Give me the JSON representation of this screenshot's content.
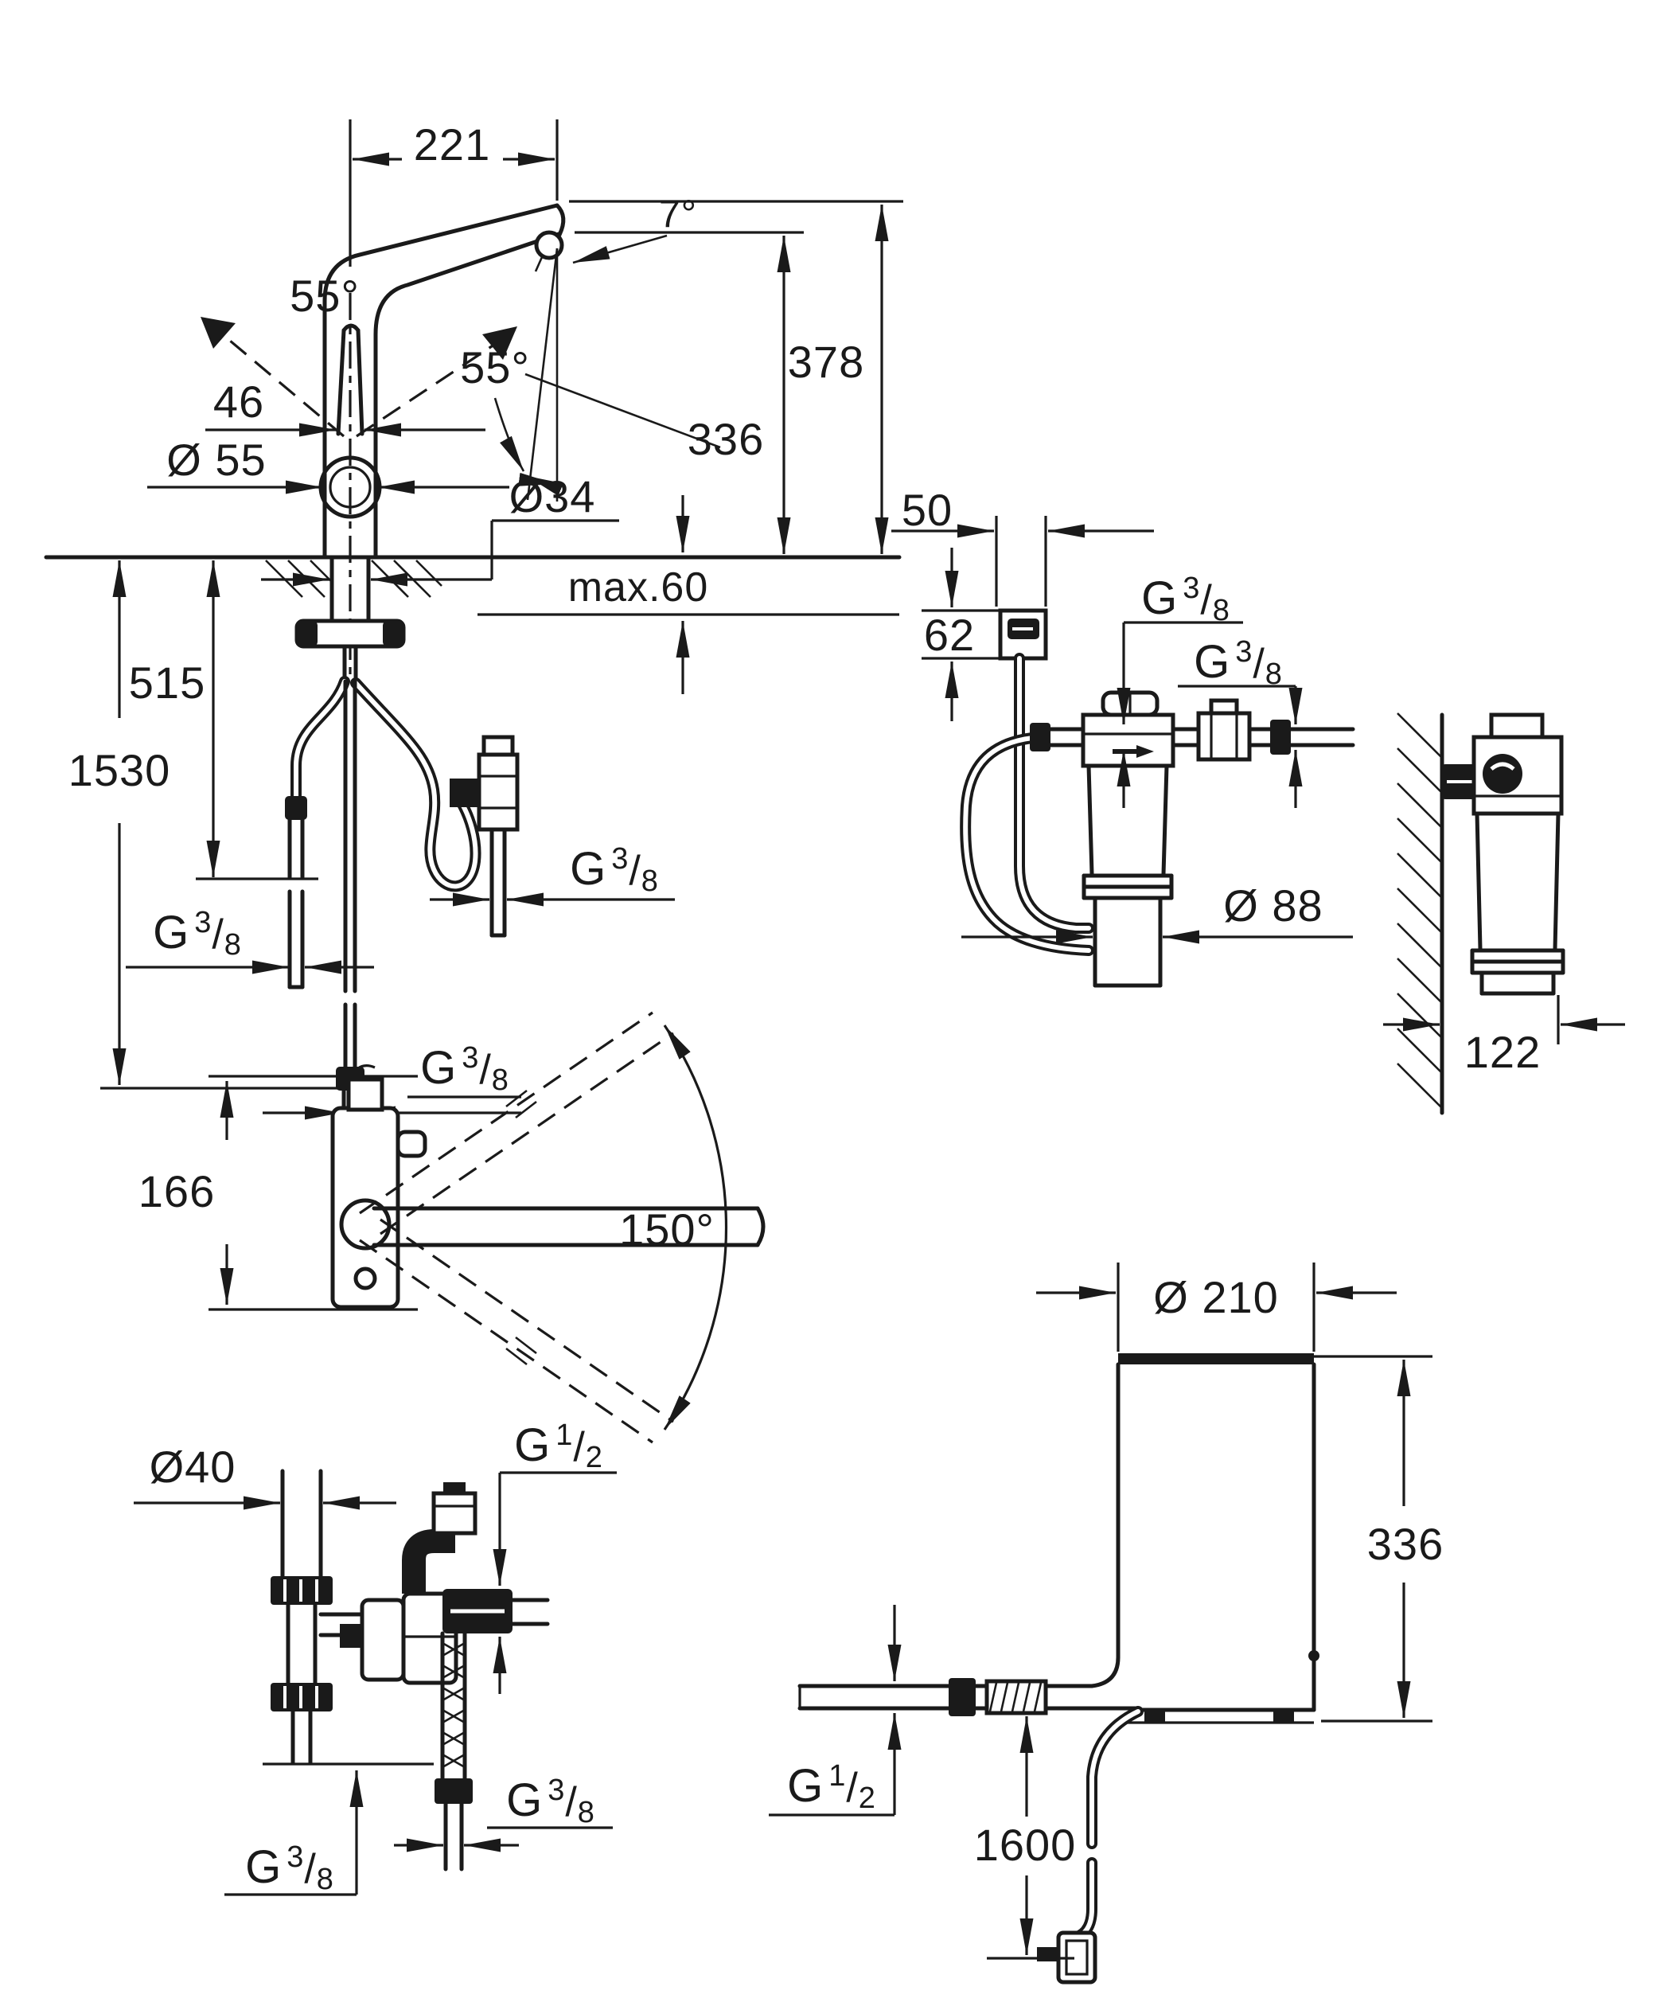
{
  "drawing": {
    "colors": {
      "line": "#1a1a1a",
      "background": "#ffffff"
    },
    "views": {
      "faucet_front": {
        "spout_reach": "221",
        "spout_angle": "7°",
        "lever_angle_left": "55°",
        "lever_angle_right": "55°",
        "lever_width": "46",
        "body_diameter": "Ø 55",
        "hole_diameter": "Ø34",
        "counter_thickness_max": "max.60",
        "outlet_height": "336",
        "total_height": "378",
        "hose_length_mid": "515",
        "hose_length_total": "1530"
      },
      "faucet_top": {
        "body_depth": "166",
        "swivel_range": "150°"
      },
      "undersink_filter": {
        "box_width": "50",
        "box_height": "62",
        "cartridge_diameter": "Ø 88"
      },
      "wall_filter": {
        "depth": "122"
      },
      "valve_kit": {
        "pipe_diameter": "Ø40"
      },
      "boiler": {
        "diameter": "Ø 210",
        "height": "336",
        "cable_length": "1600"
      },
      "threads": {
        "g38": {
          "prefix": "G",
          "num": "3",
          "slash": "/",
          "den": "8"
        },
        "g12": {
          "prefix": "G",
          "num": "1",
          "slash": "/",
          "den": "2"
        }
      }
    }
  }
}
